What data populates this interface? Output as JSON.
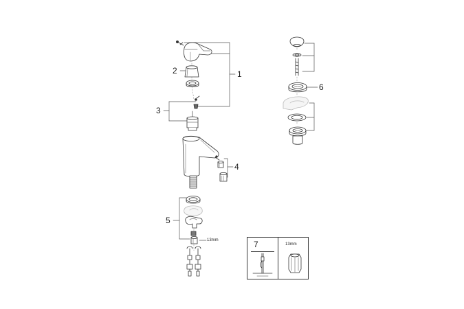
{
  "callouts": {
    "c1": "1",
    "c2": "2",
    "c3": "3",
    "c4": "4",
    "c5": "5",
    "c6": "6",
    "nut_size": "13mm"
  },
  "legend": {
    "number": "7",
    "size": "13mm"
  }
}
